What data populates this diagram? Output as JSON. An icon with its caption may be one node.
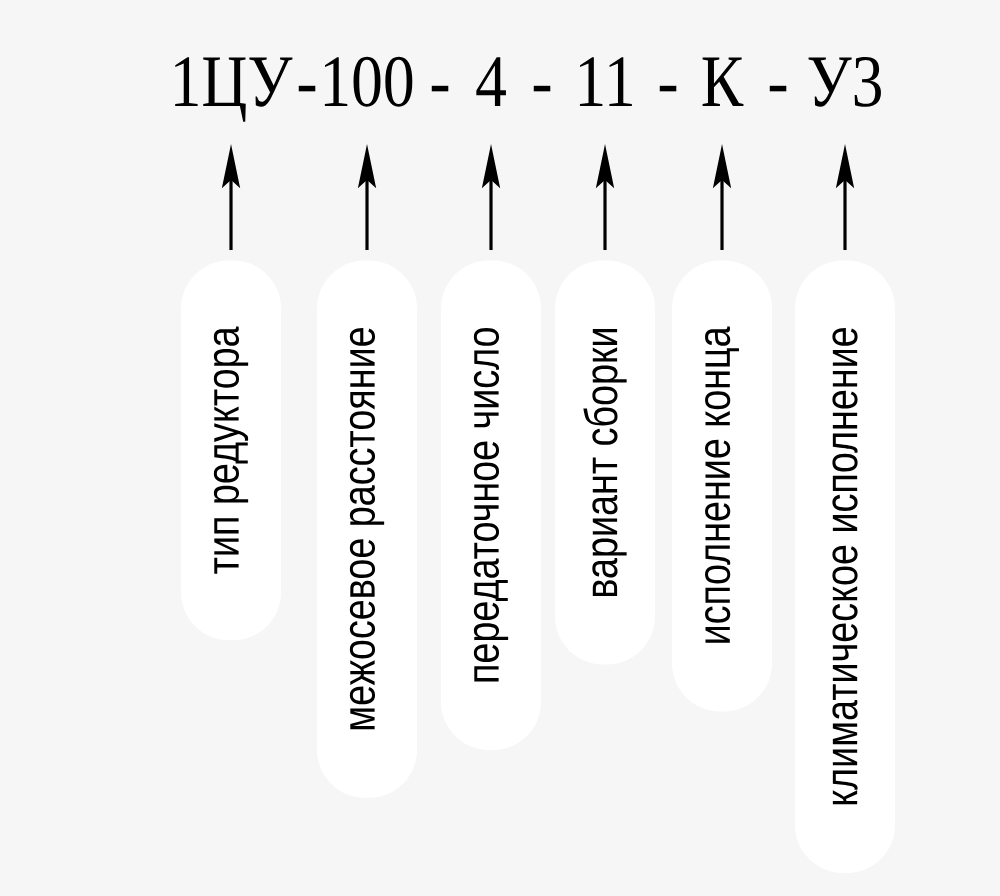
{
  "diagram": {
    "nodes": [
      {
        "text": [
          "1ЦУ"
        ]
      },
      {
        "text": [
          "100"
        ]
      },
      {
        "text": [
          "4"
        ]
      },
      {
        "text": [
          "11"
        ]
      },
      {
        "text": [
          "К"
        ]
      },
      {
        "text": [
          "У3"
        ]
      },
      {
        "text": [
          "тип редуктора"
        ]
      },
      {
        "text": [
          "межосевое расстояние"
        ]
      },
      {
        "text": [
          "передаточное число"
        ]
      },
      {
        "text": [
          "вариант сборки"
        ]
      },
      {
        "text": [
          "исполнение конца"
        ]
      },
      {
        "text": [
          "климатическое исполнение"
        ]
      }
    ],
    "edges": [
      {
        "from": 6,
        "to": 0,
        "arrow": "to"
      },
      {
        "from": 7,
        "to": 1,
        "arrow": "to"
      },
      {
        "from": 8,
        "to": 2,
        "arrow": "to"
      },
      {
        "from": 9,
        "to": 3,
        "arrow": "to"
      },
      {
        "from": 10,
        "to": 4,
        "arrow": "to"
      },
      {
        "from": 11,
        "to": 5,
        "arrow": "to"
      }
    ],
    "labels": [
      "-",
      "-",
      "-",
      "-",
      "-"
    ]
  }
}
